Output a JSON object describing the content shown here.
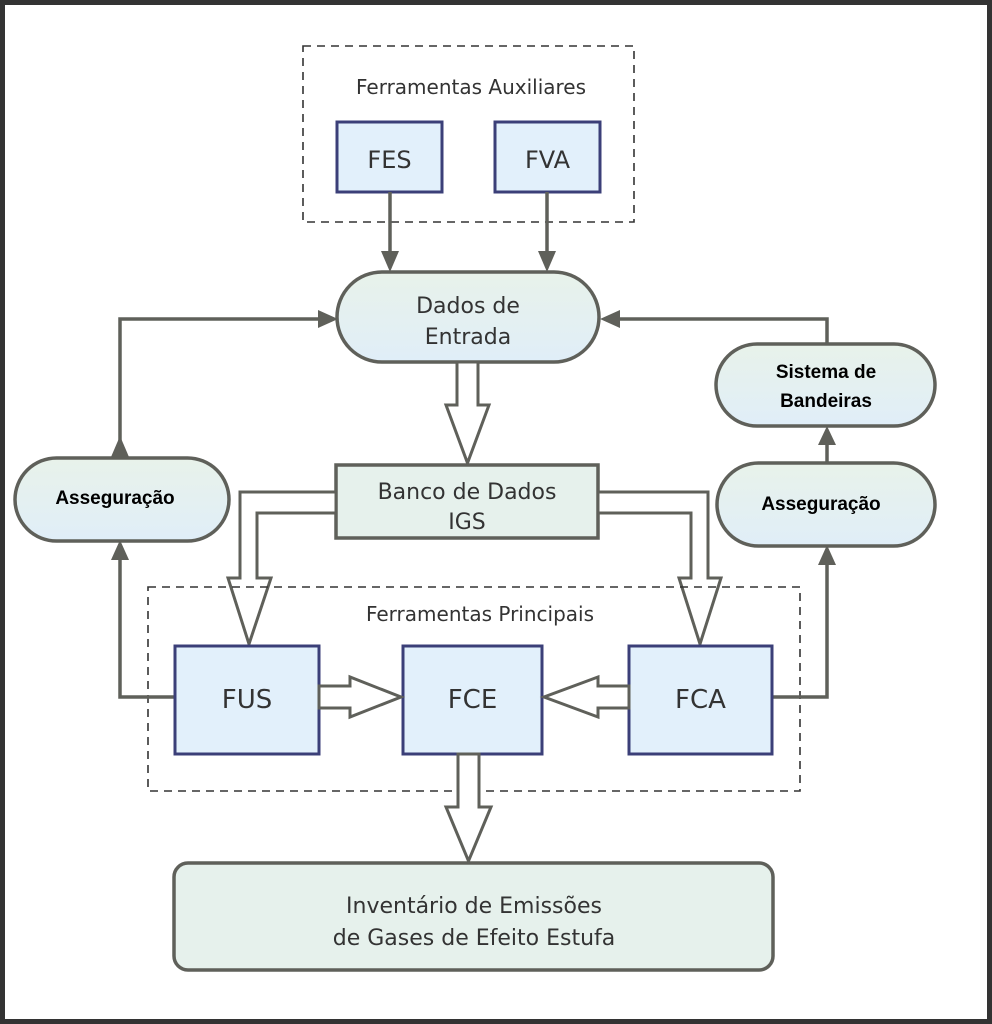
{
  "diagram": {
    "groups": {
      "auxiliary": {
        "label": "Ferramentas Auxiliares"
      },
      "main": {
        "label": "Ferramentas Principais"
      }
    },
    "nodes": {
      "fes": {
        "label": "FES"
      },
      "fva": {
        "label": "FVA"
      },
      "input_data": {
        "line1": "Dados de",
        "line2": "Entrada"
      },
      "database": {
        "line1": "Banco de Dados",
        "line2": "IGS"
      },
      "assurance_left": {
        "label": "Asseguração"
      },
      "assurance_right": {
        "label": "Asseguração"
      },
      "flag_system": {
        "line1": "Sistema de",
        "line2": "Bandeiras"
      },
      "fus": {
        "label": "FUS"
      },
      "fce": {
        "label": "FCE"
      },
      "fca": {
        "label": "FCA"
      },
      "inventory": {
        "line1": "Inventário de Emissões",
        "line2": "de Gases de Efeito Estufa"
      }
    },
    "edges": [
      {
        "from": "FES",
        "to": "Dados de Entrada",
        "style": "thin-arrow"
      },
      {
        "from": "FVA",
        "to": "Dados de Entrada",
        "style": "thin-arrow"
      },
      {
        "from": "Dados de Entrada",
        "to": "Banco de Dados IGS",
        "style": "block-arrow"
      },
      {
        "from": "Banco de Dados IGS",
        "to": "FUS",
        "style": "block-arrow"
      },
      {
        "from": "Banco de Dados IGS",
        "to": "FCA",
        "style": "block-arrow"
      },
      {
        "from": "FUS",
        "to": "FCE",
        "style": "block-arrow"
      },
      {
        "from": "FCA",
        "to": "FCE",
        "style": "block-arrow"
      },
      {
        "from": "FCE",
        "to": "Inventário de Emissões de Gases de Efeito Estufa",
        "style": "block-arrow"
      },
      {
        "from": "FUS",
        "to": "Asseguração (left)",
        "style": "thin-arrow"
      },
      {
        "from": "Asseguração (left)",
        "to": "Dados de Entrada",
        "style": "thin-arrow"
      },
      {
        "from": "FCA",
        "to": "Asseguração (right)",
        "style": "thin-arrow"
      },
      {
        "from": "Asseguração (right)",
        "to": "Sistema de Bandeiras",
        "style": "thin-arrow"
      },
      {
        "from": "Sistema de Bandeiras",
        "to": "Dados de Entrada",
        "style": "thin-arrow"
      }
    ],
    "colors": {
      "stroke": "#5f605a",
      "tool_fill": "#e2f0fb",
      "tool_border": "#3b3f78",
      "process_fill": "#e6f1ec",
      "dashed": "#333333",
      "text": "#333333"
    }
  }
}
